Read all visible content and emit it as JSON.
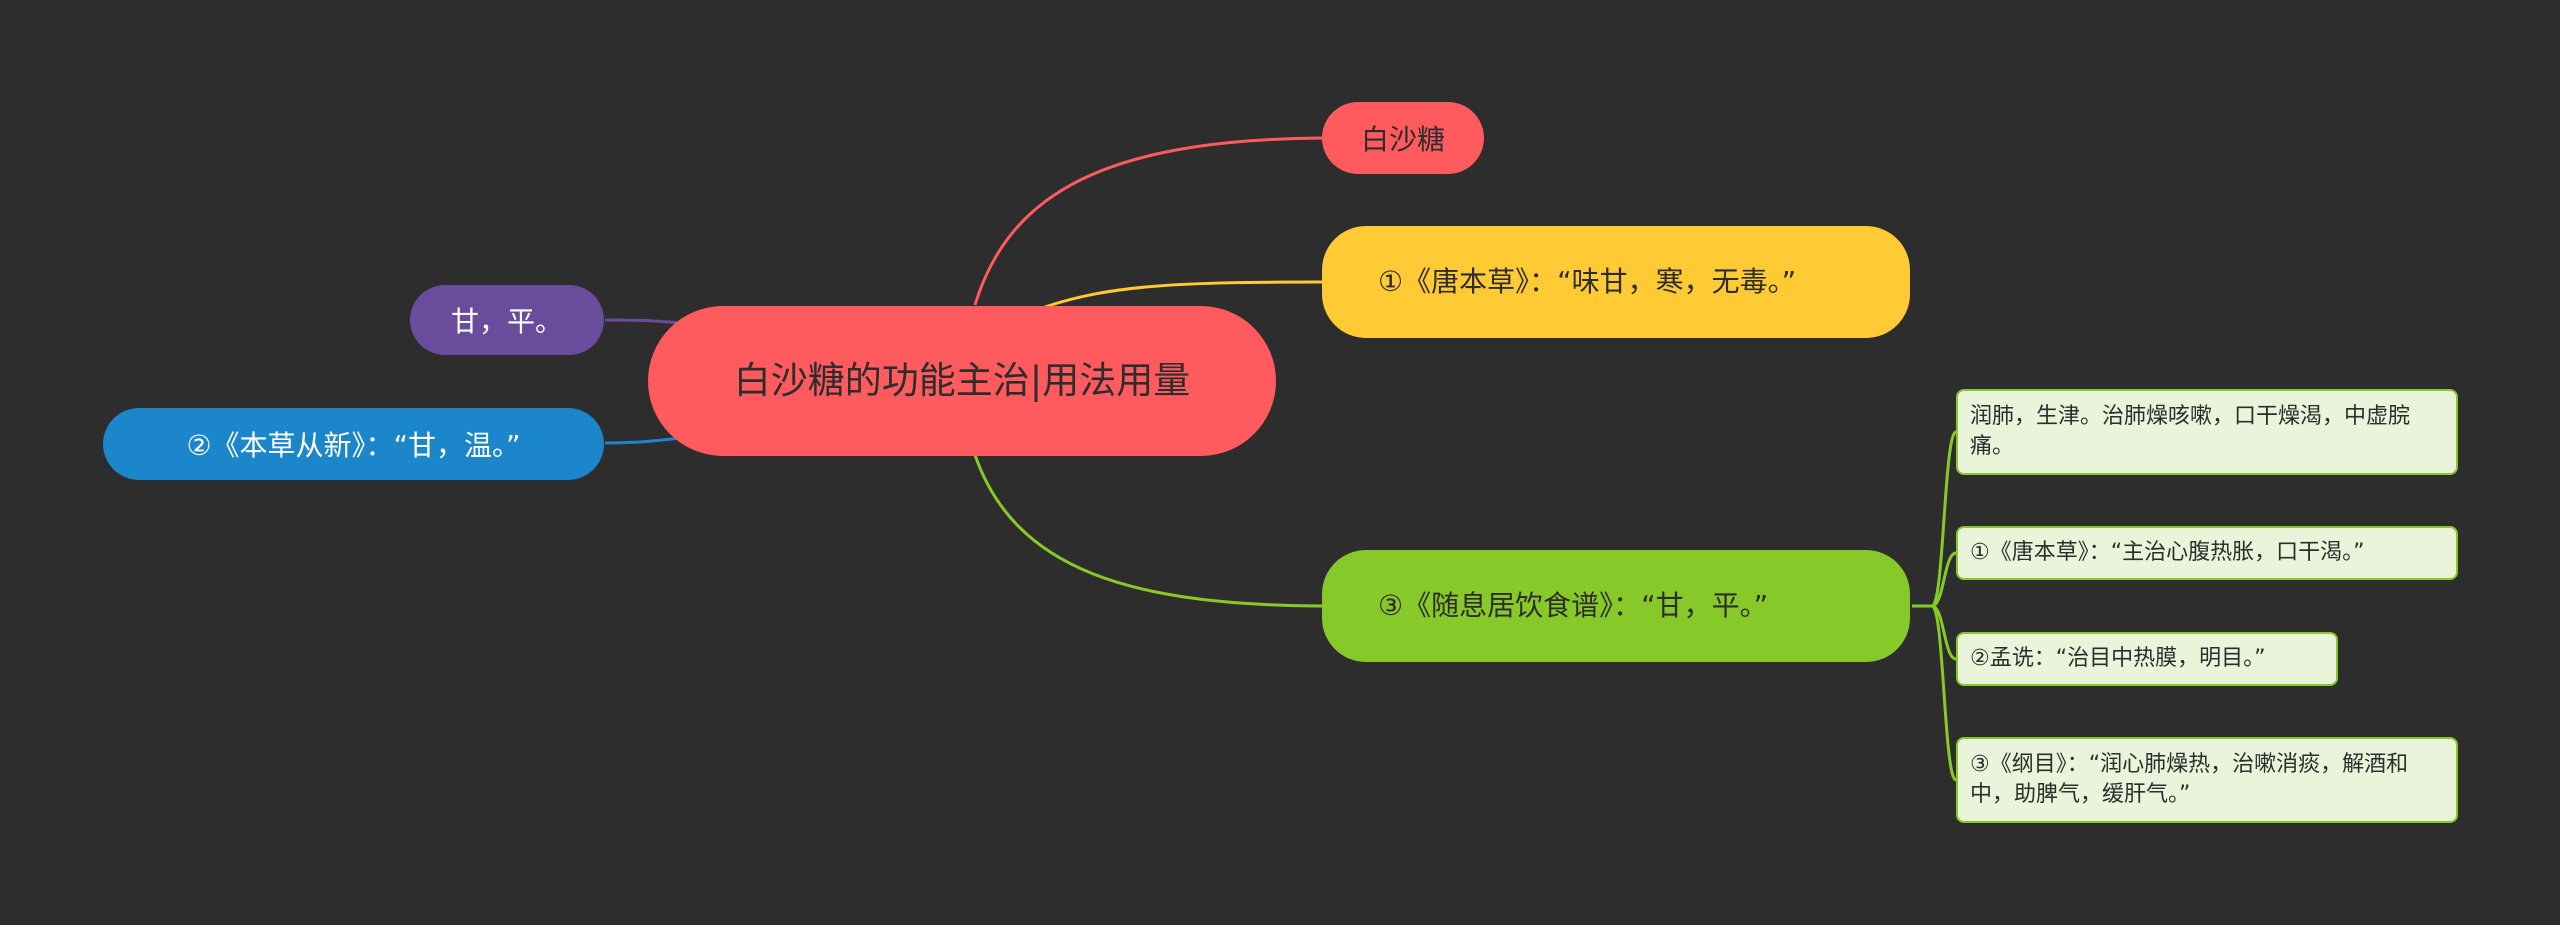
{
  "mindmap": {
    "root": {
      "label": "白沙糖的功能主治|用法用量",
      "color": "#ff5b5f"
    },
    "right": [
      {
        "label": "白沙糖",
        "color": "#ff5b5f",
        "line": "#ff5b5f"
      },
      {
        "label": "①《唐本草》：“味甘，寒，无毒。”",
        "color": "#ffca34",
        "line": "#ffca34"
      },
      {
        "label": "③《随息居饮食谱》：“甘，平。”",
        "color": "#87c928",
        "line": "#87c928",
        "children": [
          {
            "label": "润肺，生津。治肺燥咳嗽，口干燥渴，中虚脘痛。"
          },
          {
            "label": "①《唐本草》：“主治心腹热胀，口干渴。”"
          },
          {
            "label": "②孟诜：“治目中热膜，明目。”"
          },
          {
            "label": "③《纲目》：“润心肺燥热，治嗽消痰，解酒和中，助脾气，缓肝气。”"
          }
        ]
      }
    ],
    "left": [
      {
        "label": "甘，平。",
        "color": "#6a4c9c",
        "line": "#6a4c9c"
      },
      {
        "label": "②《本草从新》：“甘，温。”",
        "color": "#1b86c9",
        "line": "#1b86c9"
      }
    ],
    "leaf_color": "#eaf4da",
    "leaf_border": "#87c928"
  }
}
